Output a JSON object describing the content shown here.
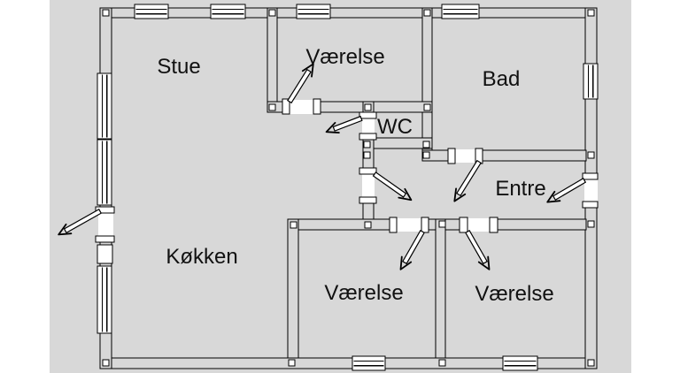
{
  "rooms": {
    "stue": {
      "label": "Stue"
    },
    "vaerelse_top": {
      "label": "Værelse"
    },
    "bad": {
      "label": "Bad"
    },
    "wc": {
      "label": "WC"
    },
    "entre": {
      "label": "Entre"
    },
    "koekken": {
      "label": "Køkken"
    },
    "vaerelse_bottom_left": {
      "label": "Værelse"
    },
    "vaerelse_bottom_right": {
      "label": "Værelse"
    }
  },
  "colors": {
    "page_background": "#ffffff",
    "plan_background": "#d8d8d8",
    "wall_line": "#000000",
    "opening_fill": "#ffffff",
    "label_text": "#111111"
  }
}
